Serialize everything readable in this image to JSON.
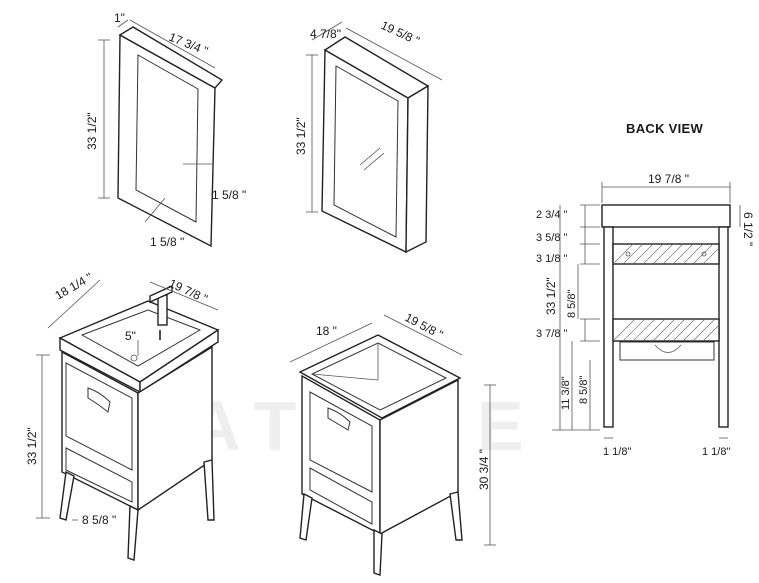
{
  "views": {
    "mirror_side": {
      "depth": "1\"",
      "width": "17 3/4 \"",
      "height": "33 1/2\"",
      "frame_side": "1 5/8 \"",
      "frame_bottom": "1 5/8 \""
    },
    "cabinet_mirror": {
      "depth": "4 7/8\"",
      "width": "19 5/8 \"",
      "height": "33 1/2\""
    },
    "vanity_front": {
      "depth": "18 1/4 \"",
      "width": "19 7/8 \"",
      "height": "33 1/2\"",
      "basin_depth": "5\"",
      "leg_height": "8 5/8 \""
    },
    "vanity_open": {
      "depth": "18 \"",
      "width": "19 5/8 \"",
      "height": "30 3/4 \""
    },
    "back_view": {
      "title": "BACK VIEW",
      "width": "19 7/8 \"",
      "top_thickness": "6 1/2 \"",
      "d1": "2 3/4 \"",
      "d2": "3 5/8 \"",
      "d3": "3 1/8 \"",
      "d4": "3 7/8 \"",
      "total_height": "33 1/2\"",
      "upper_gap": "8 5/8\"",
      "lower_height": "11 3/8\"",
      "lower_gap": "8 5/8\"",
      "leg_left": "1 1/8\"",
      "leg_right": "1 1/8\""
    }
  },
  "colors": {
    "line": "#222222",
    "background": "#ffffff",
    "hatch": "#666666"
  }
}
